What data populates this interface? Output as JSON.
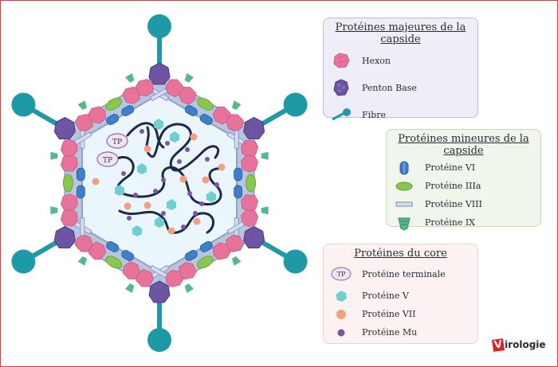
{
  "legend_major": {
    "title": "Protéines majeures de la capside",
    "items": [
      {
        "label": "Hexon",
        "icon": "hexon-icon"
      },
      {
        "label": "Penton Base",
        "icon": "penton-base-icon"
      },
      {
        "label": "Fibre",
        "icon": "fibre-icon"
      }
    ]
  },
  "legend_minor": {
    "title": "Protéines mineures de la capside",
    "items": [
      {
        "label": "Protéine VI",
        "icon": "protein-vi-icon"
      },
      {
        "label": "Protéine IIIa",
        "icon": "protein-iiia-icon"
      },
      {
        "label": "Protéine VIII",
        "icon": "protein-viii-icon"
      },
      {
        "label": "Protéine IX",
        "icon": "protein-ix-icon"
      }
    ]
  },
  "legend_core": {
    "title": "Protéines du core",
    "items": [
      {
        "label": "Protéine terminale",
        "icon": "terminal-protein-icon",
        "badge": "TP"
      },
      {
        "label": "Protéine V",
        "icon": "protein-v-icon"
      },
      {
        "label": "Protéine VII",
        "icon": "protein-vii-icon"
      },
      {
        "label": "Protéine Mu",
        "icon": "protein-mu-icon"
      }
    ]
  },
  "diagram": {
    "tp_labels": [
      "TP",
      "TP"
    ]
  },
  "logo": {
    "v": "V",
    "rest": "irologie"
  },
  "colors": {
    "hexon": "#e8739a",
    "penton": "#6d55a3",
    "fibre": "#1e9aa6",
    "protein_vi": "#3f7fc9",
    "protein_iiia": "#8bc653",
    "protein_viii": "#aab4d8",
    "protein_ix": "#55b98a",
    "protein_v": "#6fcfcf",
    "protein_vii": "#f2a07f",
    "protein_mu": "#7c55a8",
    "dna": "#1e2a4a",
    "core_fill": "#eaf6fb",
    "shell": "#b7c6e0"
  }
}
